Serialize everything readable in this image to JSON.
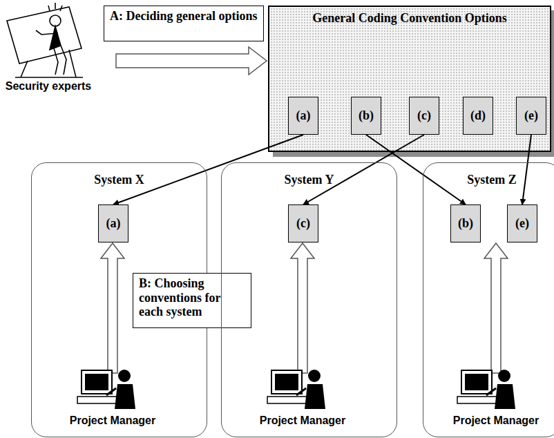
{
  "diagram": {
    "nodes": [
      {
        "text": [
          "A: Deciding general options"
        ]
      },
      {
        "text": [
          "General Coding Convention Options"
        ]
      },
      {
        "text": [
          "(a)"
        ],
        "in": 1
      },
      {
        "text": [
          "(b)"
        ],
        "in": 1
      },
      {
        "text": [
          "(c)"
        ],
        "in": 1
      },
      {
        "text": [
          "(d)"
        ],
        "in": 1
      },
      {
        "text": [
          "(e)"
        ],
        "in": 1
      },
      {
        "text": [
          "System X"
        ]
      },
      {
        "text": [
          "(a)"
        ],
        "in": 7
      },
      {
        "text": [
          "B: Choosing conventions for each system"
        ]
      },
      {
        "text": [
          "System Y"
        ]
      },
      {
        "text": [
          "(c)"
        ],
        "in": 10
      },
      {
        "text": [
          "System Z"
        ]
      },
      {
        "text": [
          "(b)"
        ],
        "in": 12
      },
      {
        "text": [
          "(e)"
        ],
        "in": 12
      }
    ],
    "edges": [
      {
        "from": 2,
        "to": 8,
        "arrow": "to"
      },
      {
        "from": 3,
        "to": 13,
        "arrow": "to"
      },
      {
        "from": 4,
        "to": 11,
        "arrow": "to"
      },
      {
        "from": 6,
        "to": 14,
        "arrow": "to"
      }
    ],
    "labels": [
      "Security experts",
      "Project Manager",
      "Project Manager",
      "Project Manager"
    ]
  }
}
